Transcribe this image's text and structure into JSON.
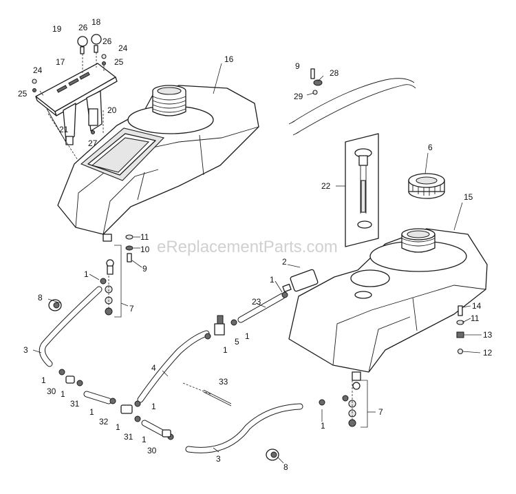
{
  "watermark": "eReplacementParts.com",
  "callouts": {
    "c19": "19",
    "c26a": "26",
    "c18": "18",
    "c26b": "26",
    "c24a": "24",
    "c25a": "25",
    "c17": "17",
    "c24b": "24",
    "c25b": "25",
    "c20": "20",
    "c21": "21",
    "c27": "27",
    "c16": "16",
    "c9a": "9",
    "c28": "28",
    "c29": "29",
    "c6": "6",
    "c22": "22",
    "c15": "15",
    "c11a": "11",
    "c10": "10",
    "c9b": "9",
    "c1a": "1",
    "c7a": "7",
    "c8a": "8",
    "c3a": "3",
    "c2": "2",
    "c1b": "1",
    "c23": "23",
    "c5": "5",
    "c1c": "1",
    "c1d": "1",
    "c4": "4",
    "c14": "14",
    "c11b": "11",
    "c13": "13",
    "c12": "12",
    "c1e": "1",
    "c30a": "30",
    "c1f": "1",
    "c31a": "31",
    "c33": "33",
    "c1g": "1",
    "c32": "32",
    "c1h": "1",
    "c1i": "1",
    "c31b": "31",
    "c1j": "1",
    "c30b": "30",
    "c7b": "7",
    "c1k": "1",
    "c8b": "8",
    "c3b": "3"
  }
}
